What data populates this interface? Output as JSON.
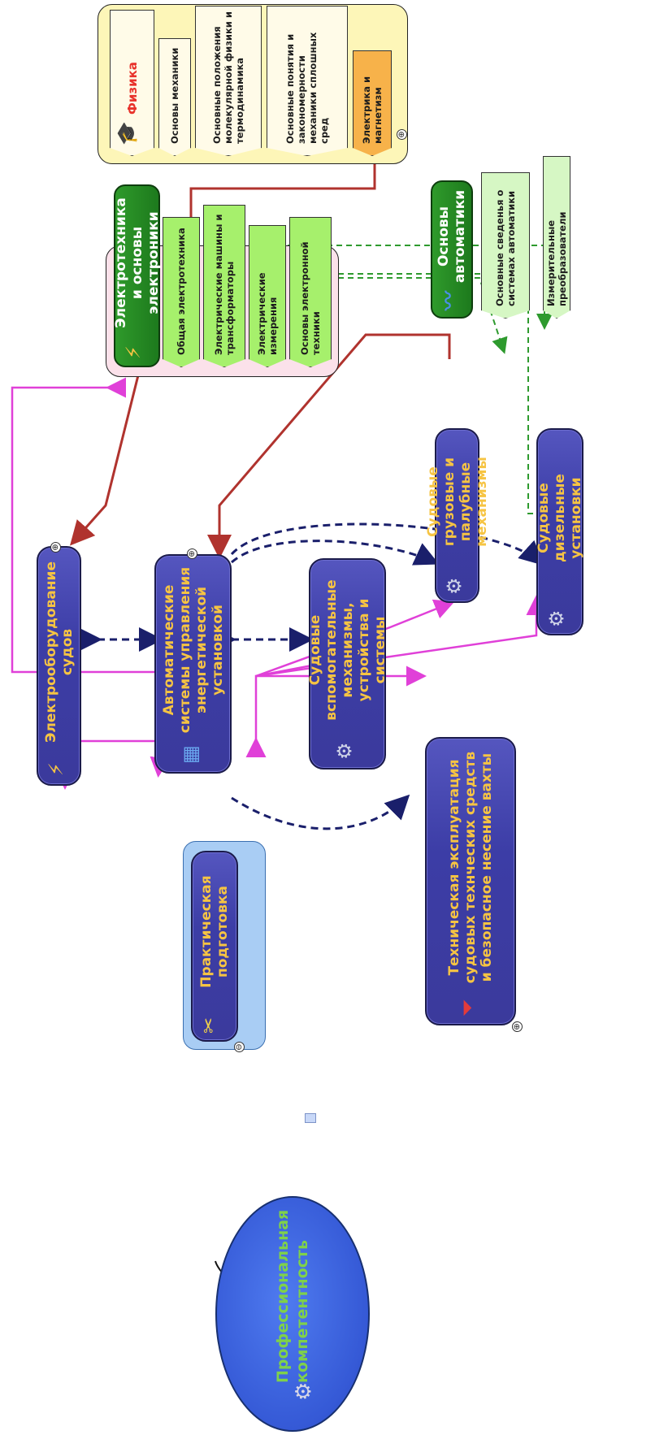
{
  "root": {
    "label": "Профессиональная компетентность",
    "icon": "gears-icon"
  },
  "practical": {
    "label": "Практическая подготовка",
    "icon": "tools-icon"
  },
  "topics": {
    "electro_equipment": {
      "label": "Электрооборудование судов",
      "icon": "lightning-icon"
    },
    "automatic_systems": {
      "label": "Автоматические системы управления энергетической установкой",
      "icon": "circuit-board-icon"
    },
    "auxiliary": {
      "label": "Судовые вспомогательные механизмы, устройства и системы",
      "icon": "gears-icon"
    },
    "cargo_deck": {
      "label": "Судовые грузовые и палубные механизмы",
      "icon": "gears-icon"
    },
    "diesel": {
      "label": "Судовые дизельные установки",
      "icon": "gears-icon"
    },
    "technical_operation": {
      "label": "Техническая эксплуатация судовых технческих средств и безопасное несение вахты",
      "icon": "funnel-icon"
    }
  },
  "physics": {
    "title": "Физика",
    "icon": "graduation-cap-icon",
    "items": [
      "Основы механики",
      "Основные положения молекулярной физики и термодинамика",
      "Основные понятия и закономерности механики сплошных сред",
      "Электрика и магнетизм"
    ]
  },
  "electrical_engineering": {
    "title": "Электротехника и основы электроники",
    "icon": "lightning-icon",
    "items": [
      "Общая электротехника",
      "Электрические машины и трансформаторы",
      "Электрические измерения",
      "Основы электронной техники"
    ]
  },
  "automation": {
    "title": "Основы автоматики",
    "icon": "oscilloscope-icon",
    "items": [
      "Основные сведенья о системах автоматики",
      "Измерительные преобразователи"
    ]
  },
  "colors": {
    "prerequisite_link": "#b0332e",
    "related_link": "#1a1f6b",
    "dependency_link": "#e040d8",
    "internal_link": "#2e9a2e"
  }
}
